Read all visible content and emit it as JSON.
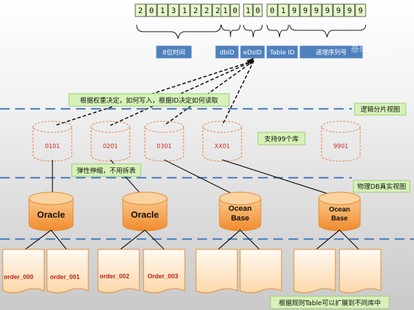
{
  "id_bits": {
    "time_digits": [
      "2",
      "0",
      "1",
      "3",
      "1",
      "2",
      "2",
      "2"
    ],
    "db_digits": [
      "1",
      "0"
    ],
    "eds_digits": [
      "1",
      "0"
    ],
    "table_digits": [
      "0",
      "1"
    ],
    "seq_digits": [
      "9",
      "9",
      "9",
      "9",
      "9",
      "9",
      "9"
    ]
  },
  "segments": {
    "time": "8位时间",
    "db": "dbID",
    "eds": "eDsID",
    "table": "Table ID",
    "seq": "递增序列号"
  },
  "watermark": "基础系列",
  "callouts": {
    "routing": "根据权重决定，如何写入，根据ID决定如何读取",
    "logical_view": "逻辑分片视图",
    "support": "支持99个库",
    "elastic": "弹性伸缩，不用拆表",
    "physical_view": "物理DB真实视图",
    "table_expand": "根据规则Table可以扩展到不同库中"
  },
  "logical_shards": [
    "0101",
    "0201",
    "0301",
    "XX01",
    "9901"
  ],
  "physical_dbs": [
    {
      "line1": "Oracle",
      "line2": ""
    },
    {
      "line1": "Oracle",
      "line2": ""
    },
    {
      "line1": "Ocean",
      "line2": "Base"
    },
    {
      "line1": "Ocean",
      "line2": "Base"
    }
  ],
  "tables": [
    "order_000",
    "order_001",
    "order_002",
    "Order_003",
    "",
    "",
    "",
    ""
  ]
}
